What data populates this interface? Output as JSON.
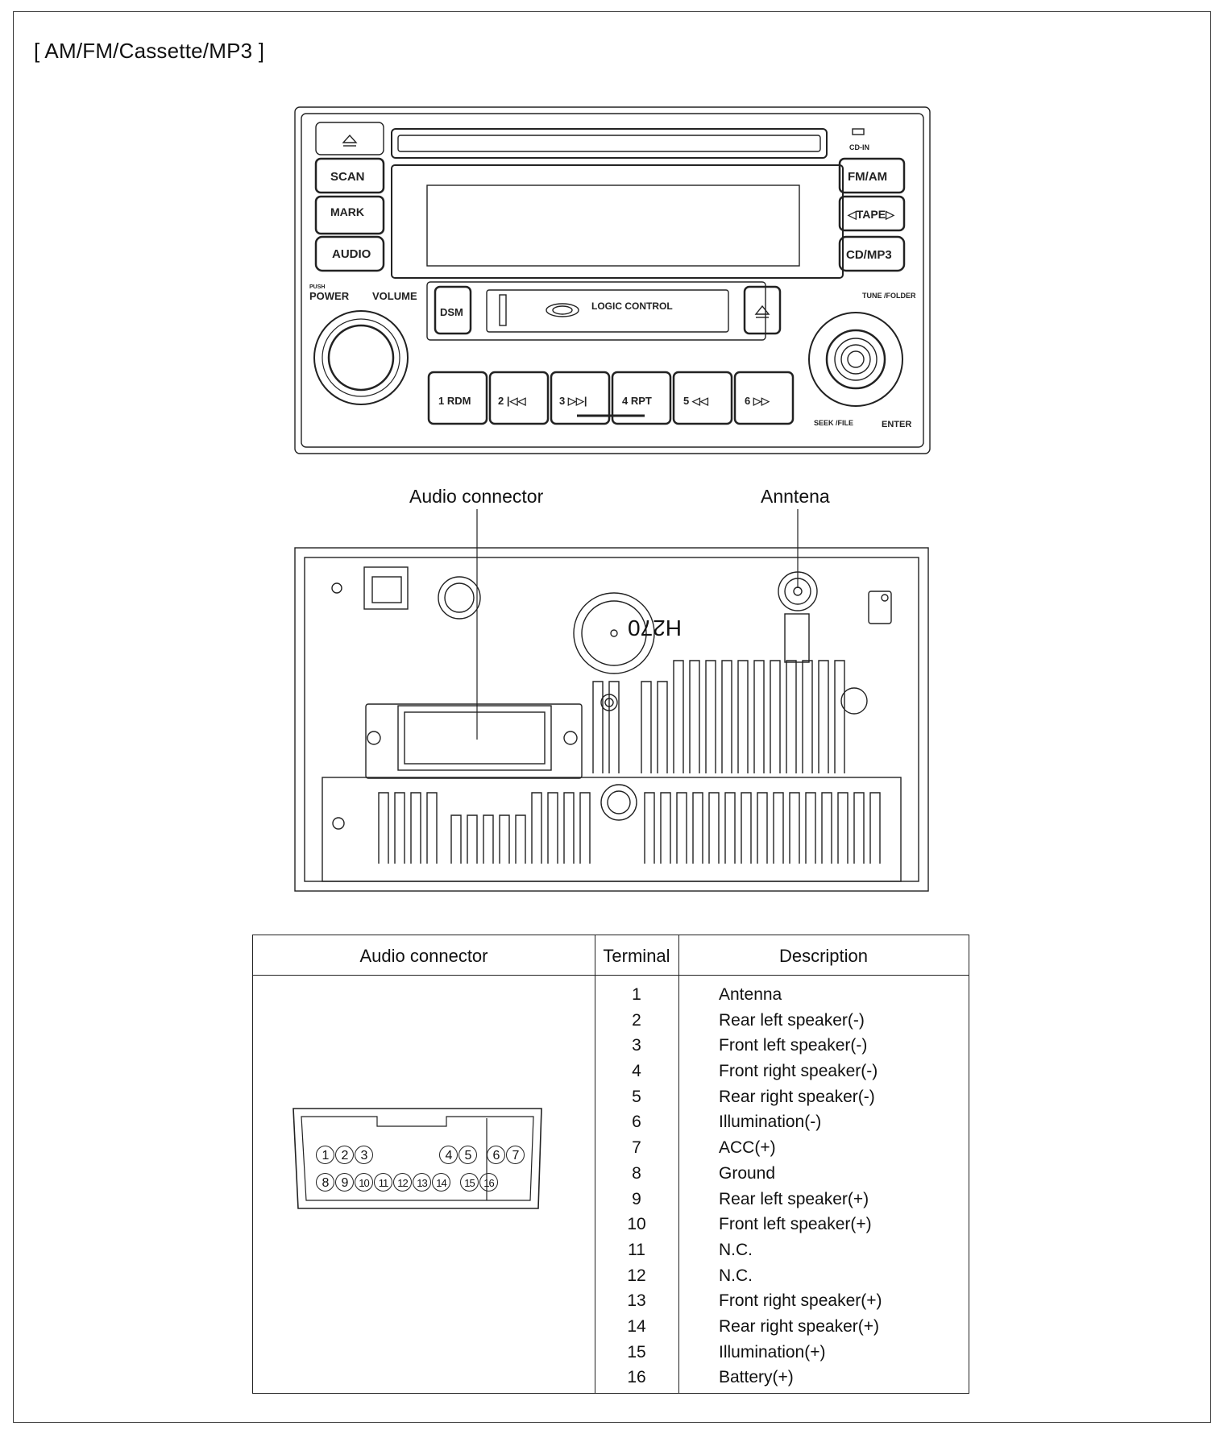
{
  "heading": "[ AM/FM/Cassette/MP3 ]",
  "front_panel": {
    "buttons_left": [
      "SCAN",
      "MARK",
      "AUDIO"
    ],
    "buttons_right": [
      "FM/AM",
      "◁TAPE▷",
      "CD/MP3"
    ],
    "indicator_cd_in": "CD-IN",
    "knob_labels": [
      "POWER",
      "VOLUME"
    ],
    "push_label": "PUSH",
    "dsm": "DSM",
    "cassette_text": "LOGIC CONTROL",
    "tune_label": "TUNE /FOLDER",
    "seek_label": "SEEK /FILE",
    "enter_label": "ENTER",
    "presets": [
      "1 RDM",
      "2 |◁◁",
      "3 ▷▷|",
      "4 RPT",
      "5 ◁◁",
      "6 ▷▷"
    ]
  },
  "rear_panel": {
    "callout_audio": "Audio connector",
    "callout_antenna": "Anntena",
    "model_mark": "H270"
  },
  "table": {
    "headers": [
      "Audio connector",
      "Terminal",
      "Description"
    ],
    "rows": [
      {
        "terminal": "1",
        "description": "Antenna"
      },
      {
        "terminal": "2",
        "description": "Rear left speaker(-)"
      },
      {
        "terminal": "3",
        "description": "Front left speaker(-)"
      },
      {
        "terminal": "4",
        "description": "Front right speaker(-)"
      },
      {
        "terminal": "5",
        "description": "Rear right speaker(-)"
      },
      {
        "terminal": "6",
        "description": "Illumination(-)"
      },
      {
        "terminal": "7",
        "description": "ACC(+)"
      },
      {
        "terminal": "8",
        "description": "Ground"
      },
      {
        "terminal": "9",
        "description": "Rear left speaker(+)"
      },
      {
        "terminal": "10",
        "description": "Front left speaker(+)"
      },
      {
        "terminal": "11",
        "description": "N.C."
      },
      {
        "terminal": "12",
        "description": "N.C."
      },
      {
        "terminal": "13",
        "description": "Front right speaker(+)"
      },
      {
        "terminal": "14",
        "description": "Rear right speaker(+)"
      },
      {
        "terminal": "15",
        "description": "Illumination(+)"
      },
      {
        "terminal": "16",
        "description": "Battery(+)"
      }
    ],
    "connector_pins_top": [
      "1",
      "2",
      "3",
      "4",
      "5",
      "6",
      "7"
    ],
    "connector_pins_bottom": [
      "8",
      "9",
      "10",
      "11",
      "12",
      "13",
      "14",
      "15",
      "16"
    ]
  }
}
